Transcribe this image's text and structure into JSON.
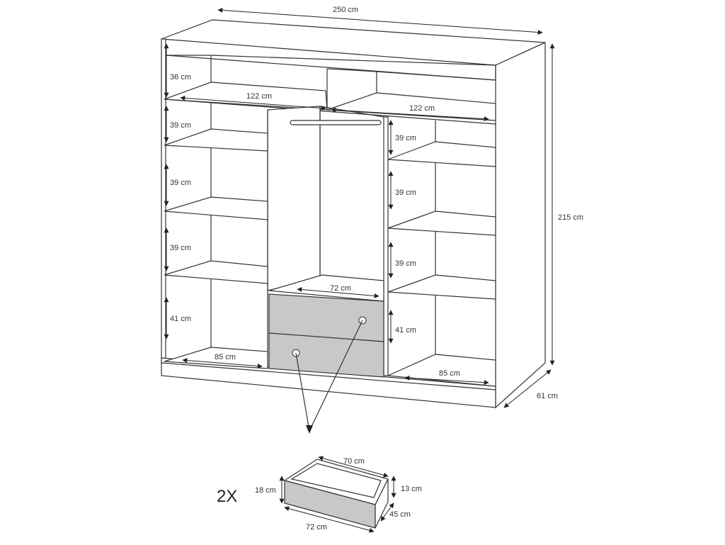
{
  "wardrobe": {
    "width_label": "250 cm",
    "height_label": "215 cm",
    "depth_label": "61 cm",
    "top_left_height": "36 cm",
    "top_left_width": "122 cm",
    "top_right_width": "122 cm",
    "left_shelf_1": "39 cm",
    "left_shelf_2": "39 cm",
    "left_shelf_3": "39 cm",
    "left_bottom": "41 cm",
    "left_floor_width": "85 cm",
    "right_shelf_1": "39 cm",
    "right_shelf_2": "39 cm",
    "right_shelf_3": "39 cm",
    "right_bottom": "41 cm",
    "right_floor_width": "85 cm",
    "center_width": "72 cm"
  },
  "drawer": {
    "quantity": "2X",
    "top_width": "70 cm",
    "front_height": "18 cm",
    "inner_height": "13 cm",
    "depth": "45 cm",
    "front_width": "72 cm"
  }
}
